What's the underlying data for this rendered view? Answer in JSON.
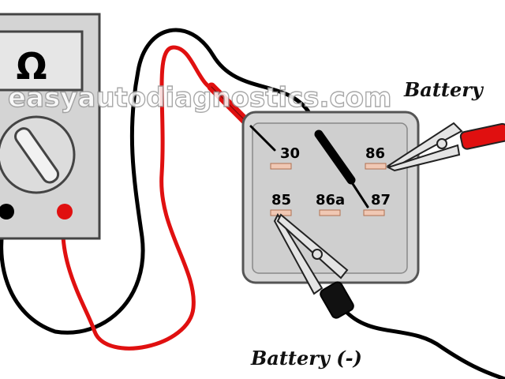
{
  "meter": {
    "display_symbol": "Ω",
    "body_color": "#d4d4d4",
    "display_color": "#e6e6e6"
  },
  "watermark": {
    "text": "easyautodiagnostics.com"
  },
  "relay": {
    "pins": {
      "p30": "30",
      "p86": "86",
      "p85": "85",
      "p86a": "86a",
      "p87": "87"
    },
    "housing_color": "#cfcfcf",
    "terminal_color": "#f0c8b4"
  },
  "labels": {
    "battery_positive": "Battery",
    "battery_negative": "Battery (-)"
  },
  "colors": {
    "red_lead": "#e01010",
    "black_lead": "#000000",
    "outline": "#555555"
  },
  "icons": {
    "dial": "rotary-selector-icon",
    "clamp": "alligator-clip-icon"
  }
}
